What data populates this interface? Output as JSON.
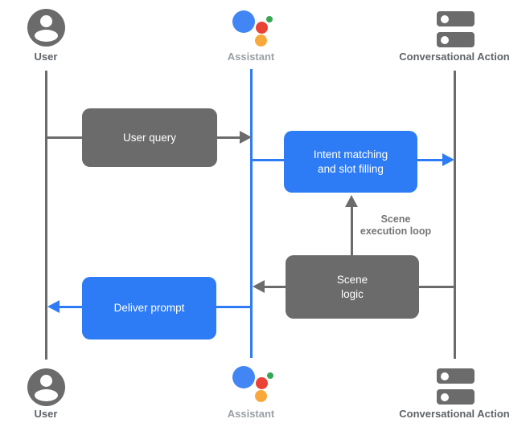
{
  "lanes": {
    "user": {
      "label": "User"
    },
    "assistant": {
      "label": "Assistant"
    },
    "action": {
      "label": "Conversational Action"
    }
  },
  "boxes": {
    "user_query": {
      "label": "User query"
    },
    "intent_matching": {
      "line1": "Intent matching",
      "line2": "and slot filling"
    },
    "scene_logic": {
      "line1": "Scene",
      "line2": "logic"
    },
    "deliver_prompt": {
      "label": "Deliver prompt"
    }
  },
  "annotations": {
    "scene_execution_loop": {
      "line1": "Scene",
      "line2": "execution loop"
    }
  },
  "flows": [
    {
      "from": "User",
      "to": "Assistant",
      "via": "User query",
      "color": "#6B6B6B"
    },
    {
      "from": "Assistant",
      "to": "Conversational Action",
      "via": "Intent matching and slot filling",
      "color": "#2E7CF5"
    },
    {
      "from": "Scene logic",
      "to": "Intent matching and slot filling",
      "label": "Scene execution loop",
      "color": "#6B6B6B"
    },
    {
      "from": "Conversational Action",
      "to": "Assistant",
      "via": "Scene logic",
      "color": "#6B6B6B"
    },
    {
      "from": "Assistant",
      "to": "User",
      "via": "Deliver prompt",
      "color": "#2E7CF5"
    }
  ],
  "colors": {
    "node_gray": "#6B6B6B",
    "node_blue": "#2E7CF5",
    "label_dark": "#5F6368",
    "label_muted": "#9AA0A6",
    "loop_text": "#757575",
    "logo_blue": "#4285F4",
    "logo_red": "#EA4335",
    "logo_green": "#34A853",
    "logo_yellow": "#F9A93B",
    "box_text": "#FFFFFF"
  }
}
